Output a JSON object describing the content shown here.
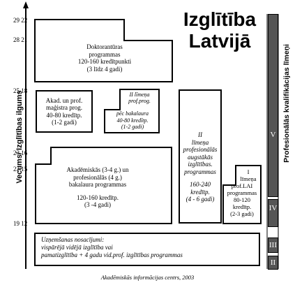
{
  "title": {
    "line1": "Izglītība",
    "line2": "Latvijā"
  },
  "y_axis_label": "Vecums/ Izglītības ilgums",
  "right_axis_label": "Profesionālās kvalifikācijas līmeņi",
  "ticks": [
    {
      "a": "29",
      "b": "22"
    },
    {
      "a": "28",
      "b": "21"
    },
    {
      "a": "25",
      "b": "18"
    },
    {
      "a": "23",
      "b": "16"
    },
    {
      "a": "22",
      "b": "15"
    },
    {
      "a": "19",
      "b": "12"
    }
  ],
  "levels": [
    "V",
    "IV",
    "III",
    "II"
  ],
  "boxes": {
    "doctoral": {
      "lines": [
        "Doktorantūras",
        "programmas",
        "120-160 kredītpunkti",
        "(3 līdz 4 gadi)"
      ]
    },
    "master": {
      "lines": [
        "Akad. un prof.",
        "maģistra prog.",
        "40-80 kredītp.",
        "(1-2 gadi)"
      ]
    },
    "level2_short": {
      "lines": [
        "II līmeņa",
        "prof.prog."
      ]
    },
    "after_bachelor": {
      "lines": [
        "pēc bakalaura",
        "40-80 kredītp.",
        "(1-2 gadi)"
      ]
    },
    "bachelor": {
      "lines": [
        "Akadēmiskās (3-4 g.) un",
        "profesionālās (4 g.)",
        "bakalaura programmas",
        "",
        "120-160 kredītp.",
        "(3 -4 gadi)"
      ]
    },
    "level2_long": {
      "lines": [
        "II",
        "līmeņa",
        "profesionālās",
        "augstākās",
        "izglītības.",
        "programmas",
        "",
        "160-240 kredītp.",
        "(4 - 6 gadi)"
      ]
    },
    "level1": {
      "lines": [
        "I",
        "līmeņa",
        "prof.LAI",
        "programmas",
        "80-120 kredītp.",
        "(2-3 gadi)"
      ]
    },
    "admission": {
      "lines": [
        "Uzņemšanas nosacījumi:",
        "vispārējā vidējā izglītība vai",
        "pamatizglītība + 4 gadu vid.prof. izglītības  programmas"
      ]
    }
  },
  "footer": "Akadēmiskās informācijas centrs, 2003"
}
